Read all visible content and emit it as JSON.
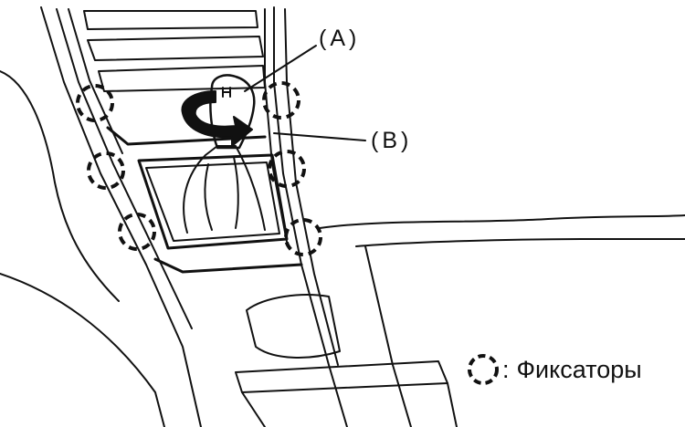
{
  "diagram": {
    "callouts": {
      "a": "(A)",
      "b": "(B)"
    },
    "legend": {
      "symbol": "dashed-circle",
      "separator": ":",
      "text": "Фиксаторы"
    },
    "colors": {
      "line": "#111111",
      "background": "#ffffff"
    },
    "clip_count": 6
  }
}
